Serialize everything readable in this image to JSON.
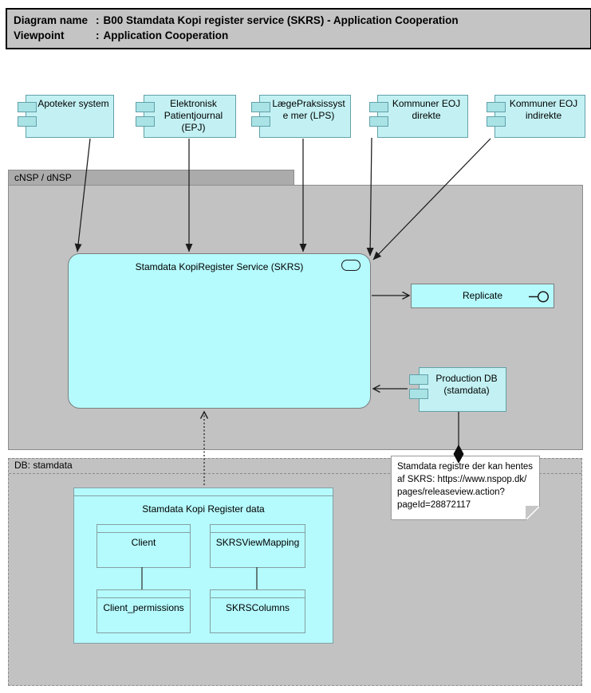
{
  "title_bar": {
    "rows": [
      {
        "label": "Diagram name",
        "sep": ":",
        "value": "B00 Stamdata Kopi register service (SKRS) - Application Cooperation"
      },
      {
        "label": "Viewpoint",
        "sep": ":",
        "value": "Application Cooperation"
      }
    ]
  },
  "actors": [
    {
      "label": "Apoteker system"
    },
    {
      "label": "Elektronisk Patientjournal (EPJ)"
    },
    {
      "label": "LægePraksissyste mer (LPS)"
    },
    {
      "label": "Kommuner EOJ direkte"
    },
    {
      "label": "Kommuner EOJ indirekte"
    }
  ],
  "groups": {
    "cnsp": {
      "label": "cNSP / dNSP"
    },
    "db": {
      "label": "DB: stamdata"
    }
  },
  "service": {
    "label": "Stamdata KopiRegister Service (SKRS)"
  },
  "replicate": {
    "label": "Replicate"
  },
  "production_db": {
    "label": "Production DB (stamdata)"
  },
  "note": {
    "lines": [
      "Stamdata registre der kan hentes",
      "af SKRS: https://www.nspop.dk/",
      "pages/releaseview.action?",
      "pageId=28872117"
    ]
  },
  "data_model": {
    "title": "Stamdata Kopi Register data",
    "entities": [
      {
        "label": "Client"
      },
      {
        "label": "SKRSViewMapping"
      },
      {
        "label": "Client_permissions"
      },
      {
        "label": "SKRSColumns"
      }
    ]
  },
  "colors": {
    "component_fill": "#c3f1f3",
    "component_tab_fill": "#a9e3e6",
    "component_border": "#62a1a9",
    "service_fill": "#b5fafc",
    "service_border": "#7d7d7d",
    "group_header": "#ababab",
    "group_body": "#c2c2c2",
    "title_bar_fill": "#c4c4c4",
    "connector": "#1c1c1c",
    "note_fill": "#ffffff"
  }
}
